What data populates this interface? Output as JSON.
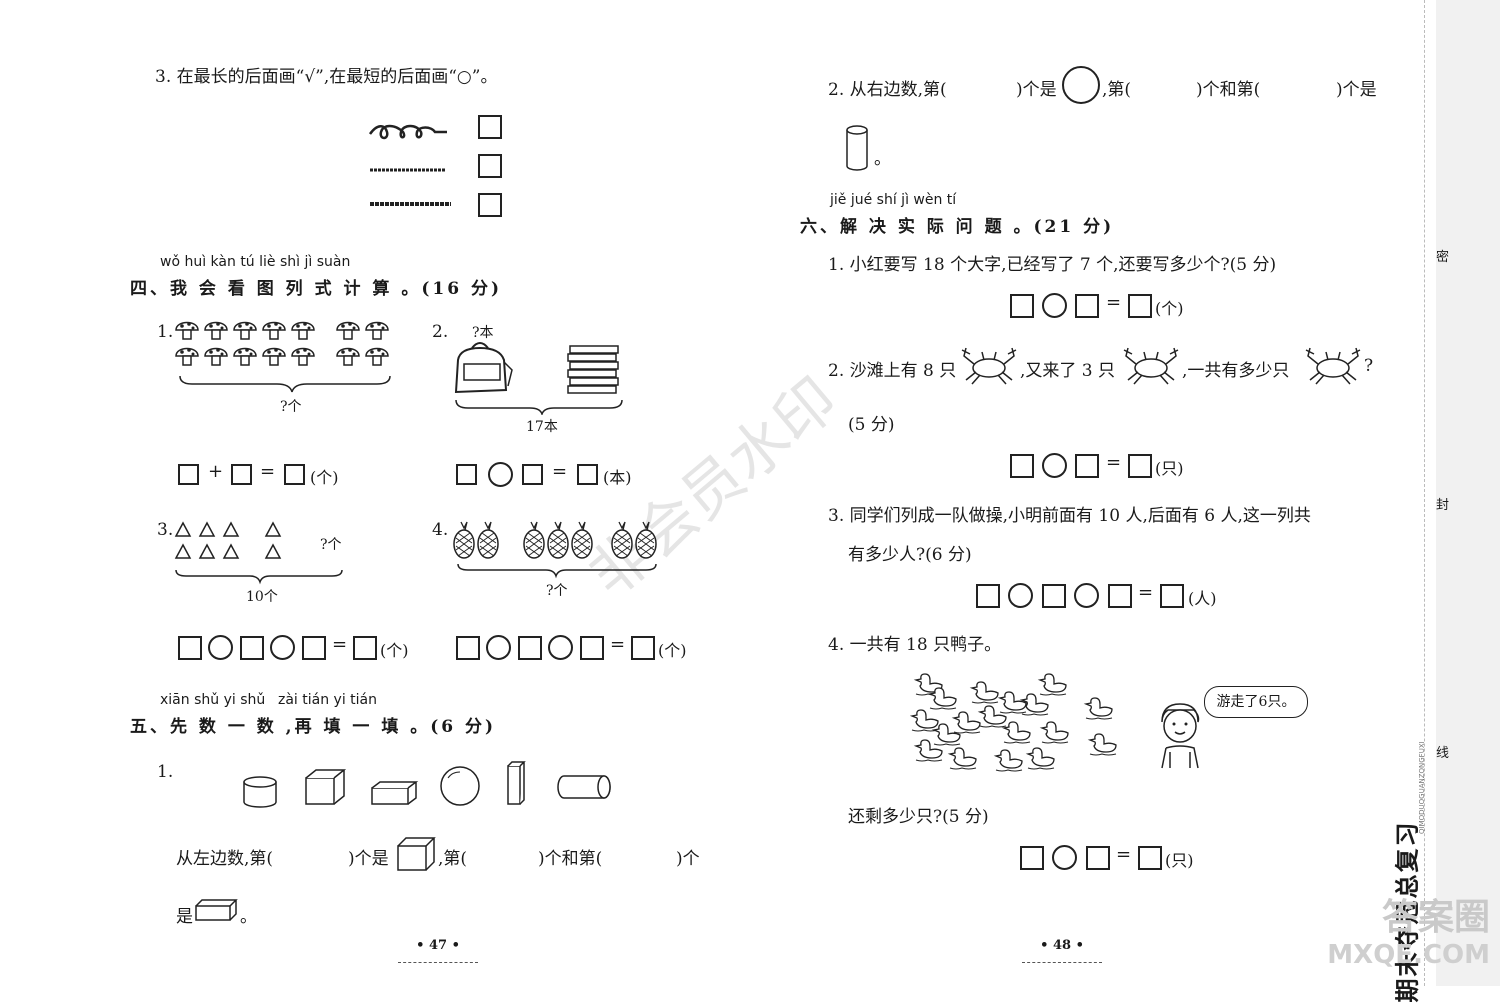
{
  "watermark": "非会员水印",
  "left": {
    "q3": {
      "text": "3. 在最长的后面画“√”,在最短的后面画“○”。"
    },
    "s4": {
      "pinyin": "wǒ huì kàn tú liè shì jì suàn",
      "title": "四、我 会 看 图 列 式 计 算 。(16 分)",
      "p1": {
        "num": "1.",
        "label": "?个",
        "op1": "+",
        "eq": "=",
        "unit": "(个)"
      },
      "p2": {
        "num": "2.",
        "top": "?本",
        "label": "17本",
        "eq": "=",
        "unit": "(本)"
      },
      "p3": {
        "num": "3.",
        "top": "?个",
        "label": "10个",
        "eq": "=",
        "unit": "(个)"
      },
      "p4": {
        "num": "4.",
        "label": "?个",
        "eq": "=",
        "unit": "(个)"
      }
    },
    "s5": {
      "pinyin1": "xiān shǔ yi shǔ",
      "pinyin2": "zài tián yi tián",
      "title": "五、先 数 一 数 ,再 填 一 填 。(6 分)",
      "q1num": "1.",
      "line1a": "从左边数,第(",
      "line1b": ")个是",
      "line1c": ",第(",
      "line1d": ")个和第(",
      "line1e": ")个",
      "line2a": "是",
      "line2b": "。"
    },
    "page": "47"
  },
  "right": {
    "q2": {
      "a": "2. 从右边数,第(",
      "b": ")个是",
      "c": ",第(",
      "d": ")个和第(",
      "e": ")个是",
      "end": "。"
    },
    "s6": {
      "pinyin": "jiě jué shí jì wèn tí",
      "title": "六、解 决 实 际 问 题 。(21 分)",
      "p1": {
        "text": "1. 小红要写 18 个大字,已经写了 7 个,还要写多少个?(5 分)",
        "eq": "=",
        "unit": "(个)"
      },
      "p2": {
        "a": "2. 沙滩上有 8 只",
        "b": ",又来了 3 只",
        "c": ",一共有多少只",
        "d": "?",
        "score": "(5 分)",
        "eq": "=",
        "unit": "(只)"
      },
      "p3": {
        "line1": "3. 同学们列成一队做操,小明前面有 10 人,后面有 6 人,这一列共",
        "line2": "有多少人?(6 分)",
        "eq": "=",
        "unit": "(人)"
      },
      "p4": {
        "text": "4. 一共有 18 只鸭子。",
        "bubble": "游走了6只。",
        "ask": "还剩多少只?(5 分)",
        "eq": "=",
        "unit": "(只)"
      }
    },
    "page": "48"
  },
  "sidebar": {
    "seal1": "密",
    "seal2": "封",
    "seal3": "线",
    "brand": "期末夺冠总复习",
    "brand_pinyin": "QIMODUOGUANZONGFUXI"
  },
  "corner_logo": {
    "cn": "答案圈",
    "url": "MXQE.COM"
  }
}
